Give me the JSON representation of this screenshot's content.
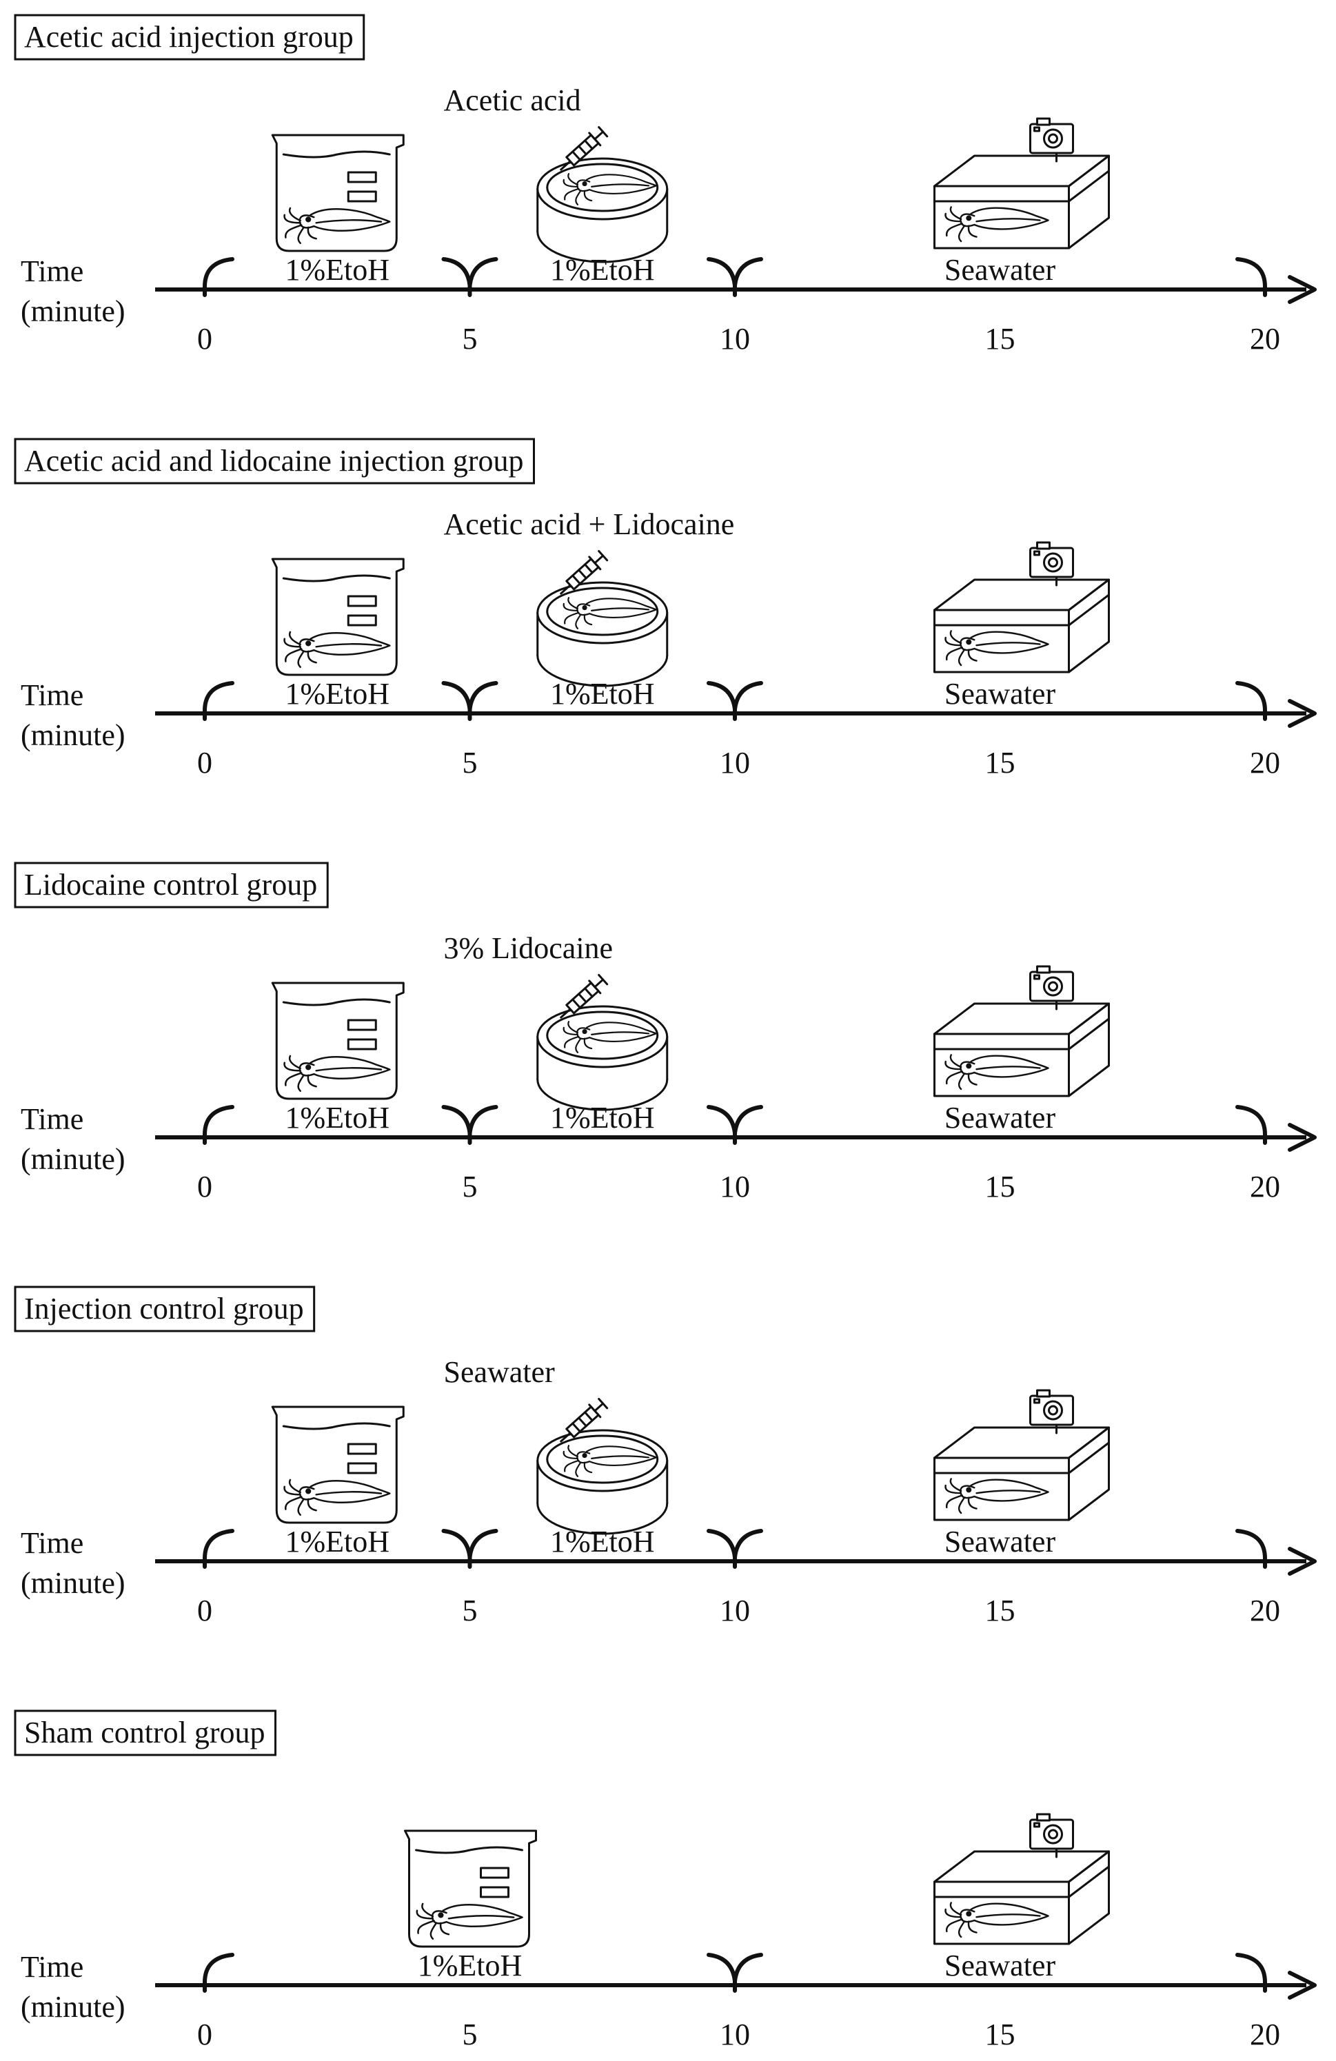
{
  "axis": {
    "time_label": "Time",
    "unit_label": "(minute)",
    "ticks": [
      "0",
      "5",
      "10",
      "15",
      "20"
    ],
    "tick_values": [
      0,
      5,
      10,
      15,
      20
    ],
    "range": [
      0,
      20
    ]
  },
  "panels": [
    {
      "title": "Acetic acid injection group",
      "injection_label": "Acetic acid",
      "stages": [
        {
          "icon": "beaker-icon",
          "label": "1%EtoH",
          "start": 0,
          "end": 5
        },
        {
          "icon": "dish-syringe-icon",
          "label": "1%EtoH",
          "start": 5,
          "end": 10
        },
        {
          "icon": "tank-camera-icon",
          "label": "Seawater",
          "start": 10,
          "end": 20
        }
      ],
      "brackets": [
        0,
        5,
        10,
        20
      ]
    },
    {
      "title": "Acetic acid and lidocaine injection group",
      "injection_label": "Acetic acid + Lidocaine",
      "stages": [
        {
          "icon": "beaker-icon",
          "label": "1%EtoH",
          "start": 0,
          "end": 5
        },
        {
          "icon": "dish-syringe-icon",
          "label": "1%EtoH",
          "start": 5,
          "end": 10
        },
        {
          "icon": "tank-camera-icon",
          "label": "Seawater",
          "start": 10,
          "end": 20
        }
      ],
      "brackets": [
        0,
        5,
        10,
        20
      ]
    },
    {
      "title": "Lidocaine control group",
      "injection_label": "3% Lidocaine",
      "stages": [
        {
          "icon": "beaker-icon",
          "label": "1%EtoH",
          "start": 0,
          "end": 5
        },
        {
          "icon": "dish-syringe-icon",
          "label": "1%EtoH",
          "start": 5,
          "end": 10
        },
        {
          "icon": "tank-camera-icon",
          "label": "Seawater",
          "start": 10,
          "end": 20
        }
      ],
      "brackets": [
        0,
        5,
        10,
        20
      ]
    },
    {
      "title": "Injection control group",
      "injection_label": "Seawater",
      "stages": [
        {
          "icon": "beaker-icon",
          "label": "1%EtoH",
          "start": 0,
          "end": 5
        },
        {
          "icon": "dish-syringe-icon",
          "label": "1%EtoH",
          "start": 5,
          "end": 10
        },
        {
          "icon": "tank-camera-icon",
          "label": "Seawater",
          "start": 10,
          "end": 20
        }
      ],
      "brackets": [
        0,
        5,
        10,
        20
      ]
    },
    {
      "title": "Sham control group",
      "injection_label": "",
      "stages": [
        {
          "icon": "beaker-icon",
          "label": "1%EtoH",
          "start": 0,
          "end": 10
        },
        {
          "icon": "tank-camera-icon",
          "label": "Seawater",
          "start": 10,
          "end": 20
        }
      ],
      "brackets": [
        0,
        10,
        20
      ]
    }
  ]
}
